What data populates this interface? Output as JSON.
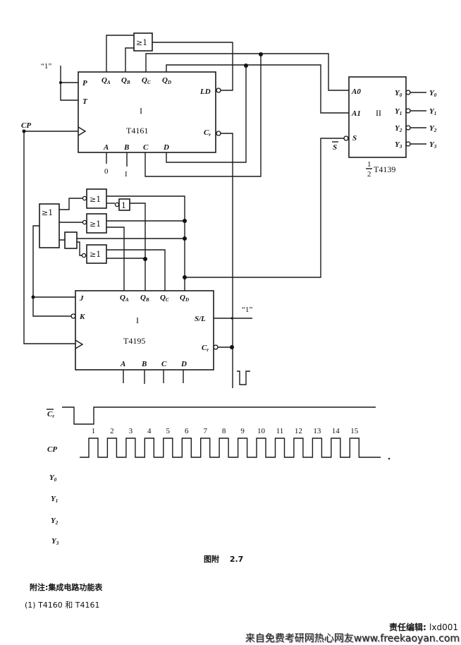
{
  "chips": {
    "counter": {
      "name": "T4161",
      "index": "I",
      "pins": {
        "P": "P",
        "T": "T",
        "QA": "Q",
        "QA_sub": "A",
        "QB": "Q",
        "QB_sub": "B",
        "QC": "Q",
        "QC_sub": "C",
        "QD": "Q",
        "QD_sub": "D",
        "LD": "LD",
        "Cr": "C",
        "Cr_sub": "r",
        "A": "A",
        "B": "B",
        "C": "C",
        "D": "D"
      },
      "input_A": "0",
      "input_B": "I",
      "const_label": "“1”"
    },
    "decoder": {
      "name": "T4139",
      "fraction_num": "1",
      "fraction_den": "2",
      "index": "II",
      "pins": {
        "A0": "A0",
        "A1": "A1",
        "S": "S",
        "S_bar": "S"
      },
      "outputs": [
        {
          "pin": "Y",
          "sub": "0",
          "label": "Y",
          "label_sub": "0"
        },
        {
          "pin": "Y",
          "sub": "1",
          "label": "Y",
          "label_sub": "1"
        },
        {
          "pin": "Y",
          "sub": "2",
          "label": "Y",
          "label_sub": "2"
        },
        {
          "pin": "Y",
          "sub": "3",
          "label": "Y",
          "label_sub": "3"
        }
      ]
    },
    "shift_register": {
      "name": "T4195",
      "index": "I",
      "pins": {
        "J": "J",
        "K": "K",
        "QA": "Q",
        "QA_sub": "A",
        "QB": "Q",
        "QB_sub": "B",
        "QC": "Q",
        "QC_sub": "C",
        "QD": "Q",
        "QD_sub": "D",
        "SL": "S/L",
        "Cr": "C",
        "Cr_sub": "r",
        "A": "A",
        "B": "B",
        "C": "C",
        "D": "D"
      },
      "const_label": "“1”"
    }
  },
  "gates": {
    "or_label": "≥1",
    "not_label": "1"
  },
  "clock_label": "CP",
  "timing": {
    "signals": [
      {
        "name": "C",
        "sub": "r"
      },
      {
        "name": "CP",
        "sub": ""
      },
      {
        "name": "Y",
        "sub": "0"
      },
      {
        "name": "Y",
        "sub": "1"
      },
      {
        "name": "Y",
        "sub": "2"
      },
      {
        "name": "Y",
        "sub": "3"
      }
    ],
    "pulse_numbers": [
      "1",
      "2",
      "3",
      "4",
      "5",
      "6",
      "7",
      "8",
      "9",
      "10",
      "11",
      "12",
      "13",
      "14",
      "15"
    ],
    "pulse_count": 15
  },
  "caption": "图附　 2.7",
  "note_title": "附注:集成电路功能表",
  "note_item": "(1) T4160 和 T4161",
  "footer": {
    "editor_label": "责任编辑:",
    "editor_value": "lxd001",
    "source": "来自免费考研网热心网友www.freekaoyan.com"
  }
}
